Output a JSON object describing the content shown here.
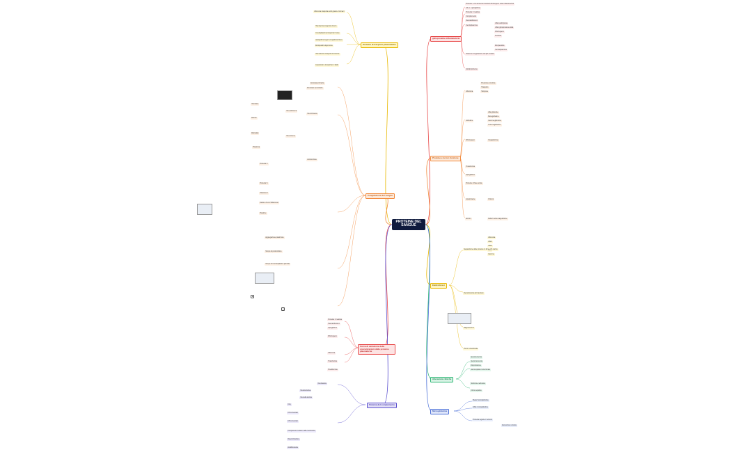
{
  "central": {
    "title": "PROTEINE DEL SANGUE"
  },
  "branches": {
    "inflammation": {
      "label": "glicoproteine infiammatorie",
      "color": "#e84a4a",
      "items": [
        "Proteine a cui aumenta il livello di fibrinogeno nelle infiammazioni",
        "Ad es.: aptoglobina",
        "Proteina C reattiva",
        "Complemento",
        "Sieroamiloide A",
        "Ceruloplasmina",
        "Alfa1 antitripsina",
        "Alfa1 glicoproteina acida",
        "Fibrinogeno",
        "Ferritina",
        "Sistema di regolazione del pH ematico",
        "Emopessina",
        "Ceruloplasmina",
        "Apolipoproteine"
      ]
    },
    "plasma": {
      "label": "Proteine e la loro funzione",
      "color": "#f28a3c",
      "items": [
        "Albumina",
        "Pressione oncotica",
        "Trasporto",
        "Tampone",
        "Globuline",
        "Alfa globuline",
        "Beta globuline",
        "Gamma globuline",
        "Immunoglobuline",
        "Fibrinogeno",
        "Coagulazione",
        "Transferrina",
        "Aptoglobina",
        "Proteine di fase acuta",
        "Lipoproteine",
        "Ormoni",
        "Enzimi",
        "Fattori della coagulazione"
      ]
    },
    "analysis": {
      "label": "Elettroforesi",
      "color": "#e8b800",
      "items": [
        "Separazione delle proteine in base alla carica",
        "Albumina",
        "Alfa1",
        "Alfa2",
        "Beta",
        "Gamma",
        "Densitometria del tracciato",
        "Rapporto A/G",
        "Picco monoclonale"
      ]
    },
    "clinical": {
      "label": "Alterazioni cliniche",
      "color": "#2bb673",
      "items": [
        "Ipoproteinemia",
        "Iperproteinemia",
        "Disprotidemie",
        "Gammopatia monoclonale",
        "Sindrome nefrosica",
        "Cirrosi epatica"
      ]
    },
    "micro": {
      "label": "Microglobuline",
      "color": "#4a6fd8",
      "items": [
        "Beta2 microglobulina",
        "Alfa1 microglobulina",
        "Proteina legante il retinolo",
        "Escrezione urinaria"
      ]
    },
    "complement": {
      "label": "Sistema del complemento",
      "color": "#5a4fcf",
      "items": [
        "Via classica",
        "Via alternativa",
        "Via della lectina",
        "C1q",
        "C3 convertasi",
        "C5 convertasi",
        "Complesso di attacco alla membrana",
        "Opsonizzazione",
        "Anafilotossine"
      ]
    },
    "acute": {
      "label": "Curva di variazione delle concentrazioni delle proteine plasmatiche",
      "color": "#e84a4a",
      "items": [
        "Proteina C reattiva",
        "Sieroamiloide A",
        "Aptoglobina",
        "Fibrinogeno",
        "Albumina",
        "Transferrina",
        "Prealbumina"
      ]
    },
    "coag": {
      "label": "Coagulazione del sangue",
      "color": "#f28a3c",
      "items": [
        "Emostasi primaria",
        "Emostasi secondaria",
        "Via intrinseca",
        "Via estrinseca",
        "Via comune",
        "Trombina",
        "Fibrina",
        "Fibrinolisi",
        "Plasmina",
        "Antitrombina",
        "Proteina C",
        "Proteina S",
        "Vitamina K",
        "Fattore di von Willebrand",
        "Piastrine",
        "Aggregazione piastrinica",
        "Tempo di protrombina",
        "Tempo di tromboplastina parziale"
      ]
    },
    "transport": {
      "label": "Proteine di trasporto plasmatiche",
      "color": "#e8b800",
      "items": [
        "Albumina trasporta acidi grassi e farmaci",
        "Transferrina trasporta il ferro",
        "Ceruloplasmina trasporta il rame",
        "Aptoglobina lega l'emoglobina libera",
        "Emopessina lega l'eme",
        "Transtiretina trasporta la tiroxina",
        "Lipoproteine trasportano i lipidi"
      ]
    }
  },
  "colors": {
    "central_bg": "#0f1a3d",
    "central_text": "#ffffff"
  }
}
